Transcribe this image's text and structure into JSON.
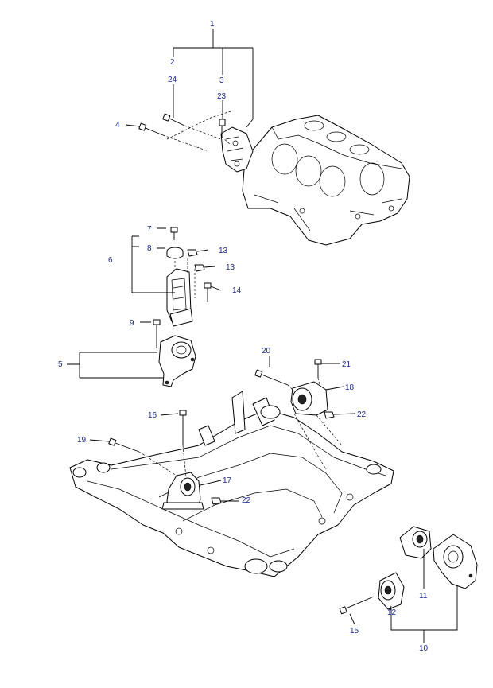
{
  "callouts": {
    "c1": "1",
    "c2": "2",
    "c3": "3",
    "c24": "24",
    "c23": "23",
    "c4": "4",
    "c7": "7",
    "c8": "8",
    "c6": "6",
    "c13a": "13",
    "c13b": "13",
    "c14": "14",
    "c9": "9",
    "c5": "5",
    "c20": "20",
    "c21": "21",
    "c18": "18",
    "c22a": "22",
    "c16": "16",
    "c19": "19",
    "c17": "17",
    "c22b": "22",
    "c11": "11",
    "c12": "12",
    "c15": "15",
    "c10": "10"
  }
}
